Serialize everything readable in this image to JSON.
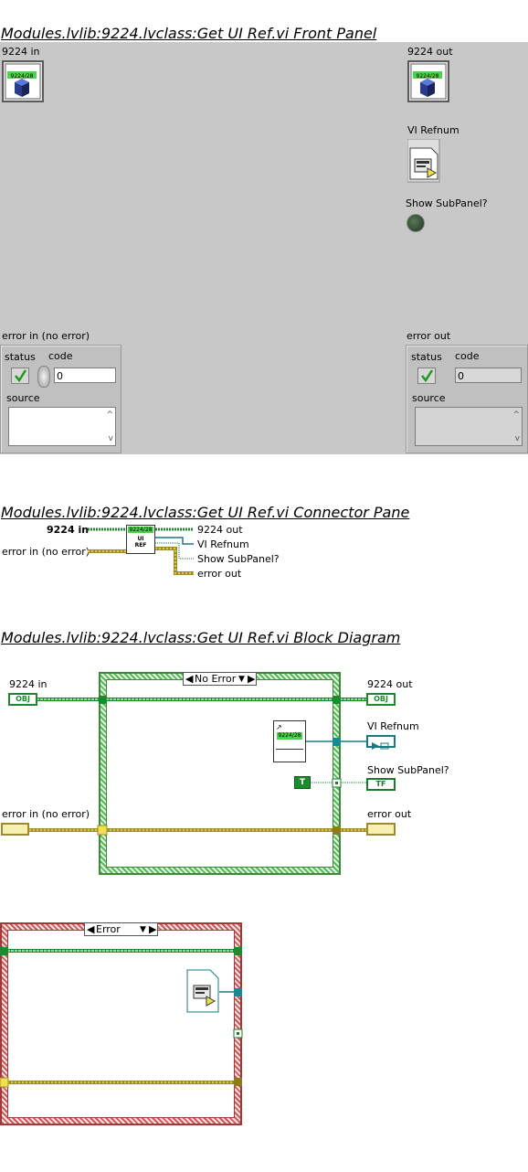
{
  "front_panel": {
    "title": "Modules.lvlib:9224.lvclass:Get UI Ref.vi Front Panel",
    "in_control_label": "9224 in",
    "out_indicator_label": "9224 out",
    "class_icon_text": "9224/28",
    "vi_refnum_label": "VI Refnum",
    "show_subpanel_label": "Show SubPanel?",
    "error_in": {
      "label": "error in (no error)",
      "status_label": "status",
      "code_label": "code",
      "code_value": "0",
      "source_label": "source"
    },
    "error_out": {
      "label": "error out",
      "status_label": "status",
      "code_label": "code",
      "code_value": "0",
      "source_label": "source"
    }
  },
  "connector_pane": {
    "title": "Modules.lvlib:9224.lvclass:Get UI Ref.vi Connector Pane",
    "inputs": [
      "9224 in",
      "error in (no error)"
    ],
    "outputs": [
      "9224 out",
      "VI Refnum",
      "Show SubPanel?",
      "error out"
    ],
    "icon_top": "9224/28",
    "icon_text": "UI\nREF"
  },
  "block_diagram": {
    "title": "Modules.lvlib:9224.lvclass:Get UI Ref.vi Block Diagram",
    "case_no_error": "No Error",
    "case_error": "Error",
    "in_label": "9224 in",
    "out_label": "9224 out",
    "vi_refnum_label": "VI Refnum",
    "show_subpanel_label": "Show SubPanel?",
    "error_in_label": "error in (no error)",
    "error_out_label": "error out",
    "obj_terminal": "OBJ",
    "tf_terminal": "TF",
    "true_constant": "T",
    "node_icon_text": "9224/28"
  },
  "colors": {
    "panel": "#c8c8c8",
    "class_wire": "#1e8a2e",
    "error_wire": "#9c8c2a",
    "error_wire_core": "#f0e050",
    "refnum_wire": "#1a7a82",
    "bool_wire": "#1e7a2a",
    "case_green": "#58b858",
    "case_red": "#cc5858"
  }
}
